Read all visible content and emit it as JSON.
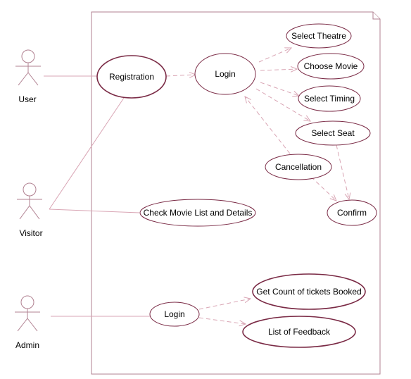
{
  "actors": [
    {
      "id": "user",
      "label": "User"
    },
    {
      "id": "visitor",
      "label": "Visitor"
    },
    {
      "id": "admin",
      "label": "Admin"
    }
  ],
  "use_cases": {
    "registration": "Registration",
    "login_user": "Login",
    "select_theatre": "Select Theatre",
    "choose_movie": "Choose Movie",
    "select_timing": "Select Timing",
    "select_seat": "Select Seat",
    "cancellation": "Cancellation",
    "confirm": "Confirm",
    "check_movie_list": "Check Movie List and Details",
    "login_admin": "Login",
    "get_count": "Get Count of tickets Booked",
    "list_feedback": "List of Feedback"
  },
  "colors": {
    "use_case_border": "#7a2a45",
    "line": "#d9a5b4",
    "actor": "#b08090"
  }
}
